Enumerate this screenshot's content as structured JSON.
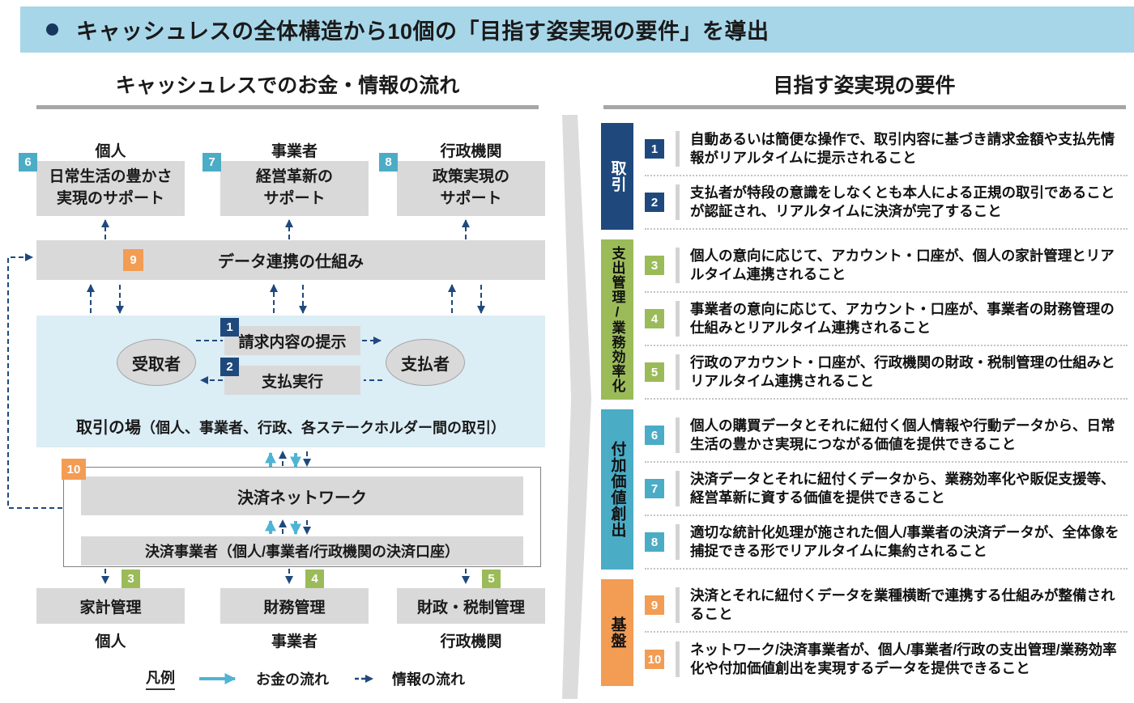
{
  "colors": {
    "header_band": "#A7D6E9",
    "accent_navy": "#1F497D",
    "accent_green": "#9BBB59",
    "accent_teal": "#4BACC6",
    "accent_orange": "#F39C54",
    "box_gray": "#D9D9D9",
    "transaction_area_blue": "#DBEDF5",
    "underline_gray": "#A6A6A6",
    "money_flow_arrow": "#4FB4D4",
    "info_flow_arrow": "#1F497D"
  },
  "header": {
    "text": "キャッシュレスの全体構造から10個の「目指す姿実現の要件」を導出"
  },
  "left_panel": {
    "title": "キャッシュレスでのお金・情報の流れ",
    "top_groups": [
      {
        "num": "6",
        "actor": "個人",
        "box": "日常生活の豊かさ\n実現のサポート"
      },
      {
        "num": "7",
        "actor": "事業者",
        "box": "経営革新の\nサポート"
      },
      {
        "num": "8",
        "actor": "行政機関",
        "box": "政策実現の\nサポート"
      }
    ],
    "data_link": {
      "num": "9",
      "label": "データ連携の仕組み"
    },
    "transaction": {
      "receiver": "受取者",
      "payer": "支払者",
      "step1": {
        "num": "1",
        "label": "請求内容の提示"
      },
      "step2": {
        "num": "2",
        "label": "支払実行"
      },
      "caption_bold": "取引の場",
      "caption_rest": "（個人、事業者、行政、各ステークホルダー間の取引）"
    },
    "settlement": {
      "num": "10",
      "network": "決済ネットワーク",
      "provider": "決済事業者（個人/事業者/行政機関の決済口座）"
    },
    "bottom_groups": [
      {
        "num": "3",
        "box": "家計管理",
        "actor": "個人"
      },
      {
        "num": "4",
        "box": "財務管理",
        "actor": "事業者"
      },
      {
        "num": "5",
        "box": "財政・税制管理",
        "actor": "行政機関"
      }
    ],
    "legend": {
      "title": "凡例",
      "money": "お金の流れ",
      "info": "情報の流れ"
    }
  },
  "right_panel": {
    "title": "目指す姿実現の要件",
    "categories": [
      {
        "label": "取引",
        "color": "#1F497D",
        "items": [
          {
            "num": "1",
            "text": "自動あるいは簡便な操作で、取引内容に基づき請求金額や支払先情報がリアルタイムに提示されること"
          },
          {
            "num": "2",
            "text": "支払者が特段の意識をしなくとも本人による正規の取引であることが認証され、リアルタイムに決済が完了すること"
          }
        ]
      },
      {
        "label": "支出管理/業務効率化",
        "color": "#9BBB59",
        "items": [
          {
            "num": "3",
            "text": "個人の意向に応じて、アカウント・口座が、個人の家計管理とリアルタイム連携されること"
          },
          {
            "num": "4",
            "text": "事業者の意向に応じて、アカウント・口座が、事業者の財務管理の仕組みとリアルタイム連携されること"
          },
          {
            "num": "5",
            "text": "行政のアカウント・口座が、行政機関の財政・税制管理の仕組みとリアルタイム連携されること"
          }
        ]
      },
      {
        "label": "付加価値創出",
        "color": "#4BACC6",
        "items": [
          {
            "num": "6",
            "text": "個人の購買データとそれに紐付く個人情報や行動データから、日常生活の豊かさ実現につながる価値を提供できること"
          },
          {
            "num": "7",
            "text": "決済データとそれに紐付くデータから、業務効率化や販促支援等、　経営革新に資する価値を提供できること"
          },
          {
            "num": "8",
            "text": "適切な統計化処理が施された個人/事業者の決済データが、全体像を捕捉できる形でリアルタイムに集約されること"
          }
        ]
      },
      {
        "label": "基盤",
        "color": "#F39C54",
        "items": [
          {
            "num": "9",
            "text": "決済とそれに紐付くデータを業種横断で連携する仕組みが整備されること"
          },
          {
            "num": "10",
            "text": "ネットワーク/決済事業者が、個人/事業者/行政の支出管理/業務効率化や付加価値創出を実現するデータを提供できること"
          }
        ]
      }
    ]
  }
}
